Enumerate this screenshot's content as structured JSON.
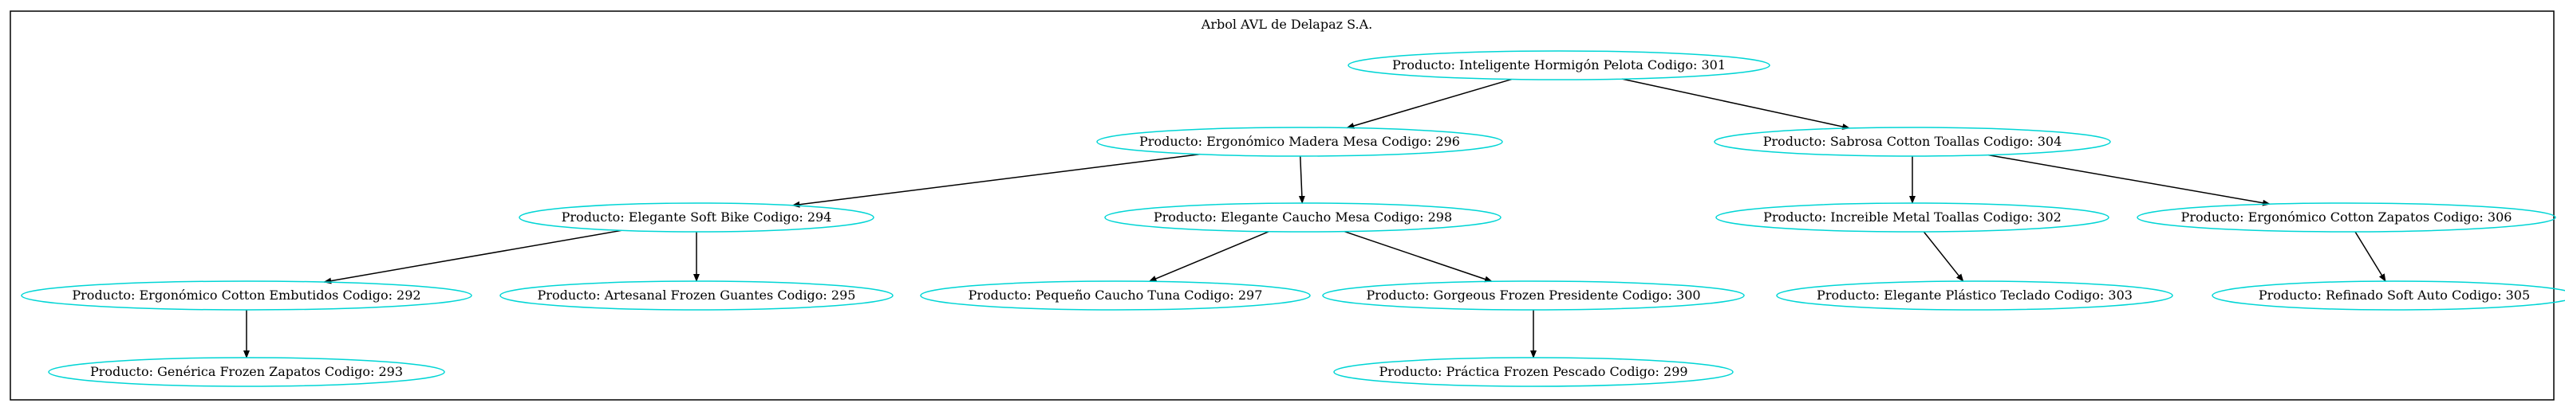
{
  "title": "Arbol AVL de Delapaz S.A.",
  "colors": {
    "node_stroke": "#00d5d5",
    "edge": "#000000",
    "frame": "#000000",
    "background": "#ffffff"
  },
  "nodes": [
    {
      "id": "n301",
      "label": "Producto: Inteligente Hormigón Pelota Codigo: 301"
    },
    {
      "id": "n296",
      "label": "Producto: Ergonómico Madera Mesa Codigo: 296"
    },
    {
      "id": "n304",
      "label": "Producto: Sabrosa Cotton Toallas Codigo: 304"
    },
    {
      "id": "n294",
      "label": "Producto: Elegante Soft Bike Codigo: 294"
    },
    {
      "id": "n298",
      "label": "Producto: Elegante Caucho Mesa Codigo: 298"
    },
    {
      "id": "n302",
      "label": "Producto: Increible Metal Toallas Codigo: 302"
    },
    {
      "id": "n306",
      "label": "Producto: Ergonómico Cotton Zapatos Codigo: 306"
    },
    {
      "id": "n292",
      "label": "Producto: Ergonómico Cotton Embutidos Codigo: 292"
    },
    {
      "id": "n295",
      "label": "Producto: Artesanal Frozen Guantes Codigo: 295"
    },
    {
      "id": "n297",
      "label": "Producto: Pequeño Caucho Tuna Codigo: 297"
    },
    {
      "id": "n300",
      "label": "Producto: Gorgeous Frozen Presidente Codigo: 300"
    },
    {
      "id": "n303",
      "label": "Producto: Elegante Plástico Teclado Codigo: 303"
    },
    {
      "id": "n305",
      "label": "Producto: Refinado Soft Auto Codigo: 305"
    },
    {
      "id": "n293",
      "label": "Producto: Genérica Frozen Zapatos Codigo: 293"
    },
    {
      "id": "n299",
      "label": "Producto: Práctica Frozen Pescado Codigo: 299"
    }
  ],
  "edges": [
    {
      "from": "n301",
      "to": "n296"
    },
    {
      "from": "n301",
      "to": "n304"
    },
    {
      "from": "n296",
      "to": "n294"
    },
    {
      "from": "n296",
      "to": "n298"
    },
    {
      "from": "n304",
      "to": "n302"
    },
    {
      "from": "n304",
      "to": "n306"
    },
    {
      "from": "n294",
      "to": "n292"
    },
    {
      "from": "n294",
      "to": "n295"
    },
    {
      "from": "n298",
      "to": "n297"
    },
    {
      "from": "n298",
      "to": "n300"
    },
    {
      "from": "n302",
      "to": "n303"
    },
    {
      "from": "n306",
      "to": "n305"
    },
    {
      "from": "n292",
      "to": "n293"
    },
    {
      "from": "n300",
      "to": "n299"
    }
  ]
}
